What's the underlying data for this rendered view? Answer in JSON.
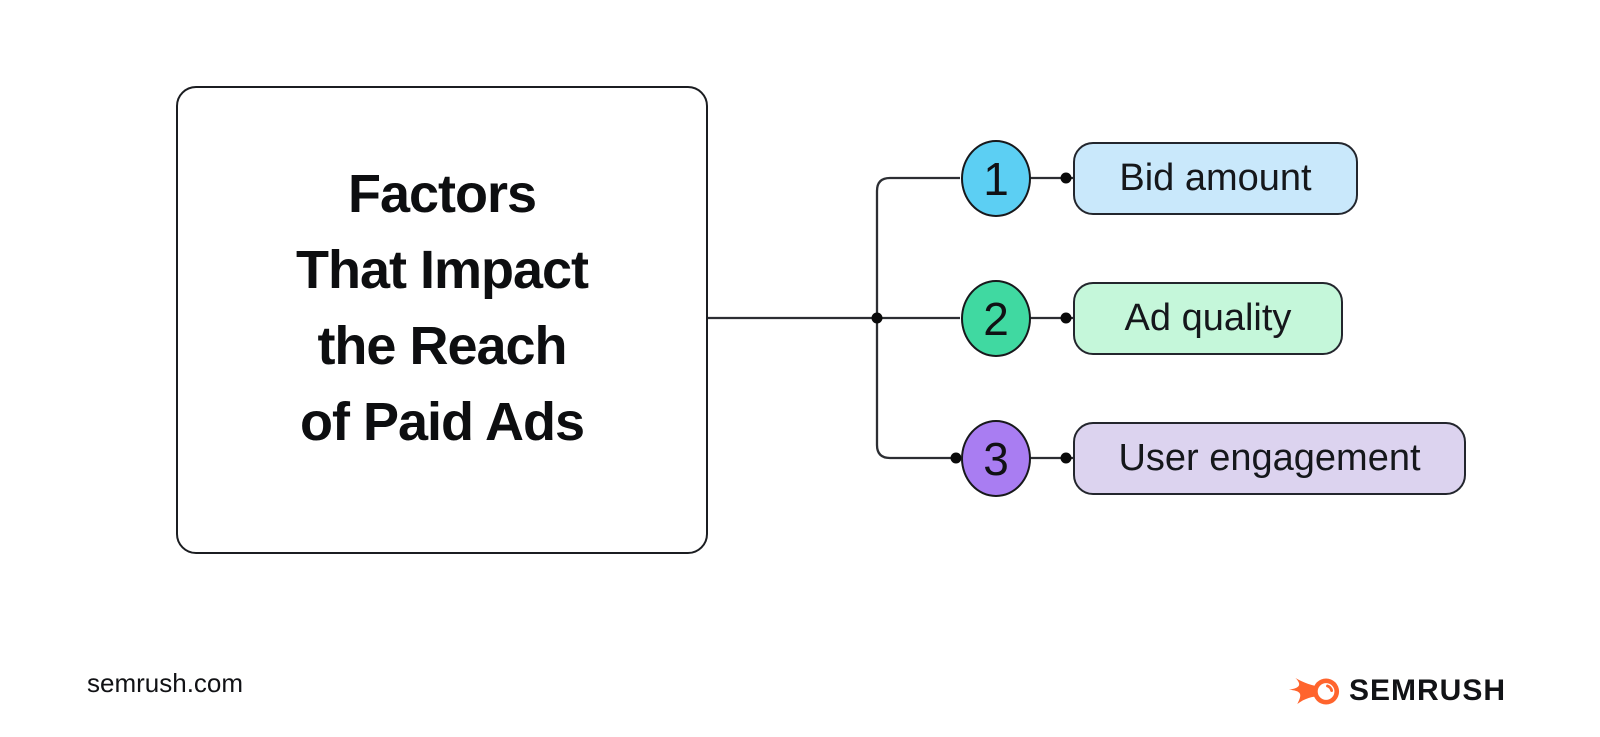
{
  "diagram": {
    "title": {
      "full": "Factors That Impact the Reach of Paid Ads",
      "lines": [
        "Factors",
        "That Impact",
        "the Reach",
        "of Paid Ads"
      ]
    },
    "items": [
      {
        "number": "1",
        "label": "Bid amount",
        "circle_color": "#5ccff3",
        "box_color": "#c9e8fb"
      },
      {
        "number": "2",
        "label": "Ad quality",
        "circle_color": "#40d9a1",
        "box_color": "#c5f7da"
      },
      {
        "number": "3",
        "label": "User engagement",
        "circle_color": "#a97df2",
        "box_color": "#dcd3ef"
      }
    ],
    "line_color": "#2c2e33",
    "dot_color": "#0a0a0a"
  },
  "footer": {
    "site": "semrush.com",
    "brand": "SEMRUSH",
    "brand_color": "#ff642d"
  }
}
